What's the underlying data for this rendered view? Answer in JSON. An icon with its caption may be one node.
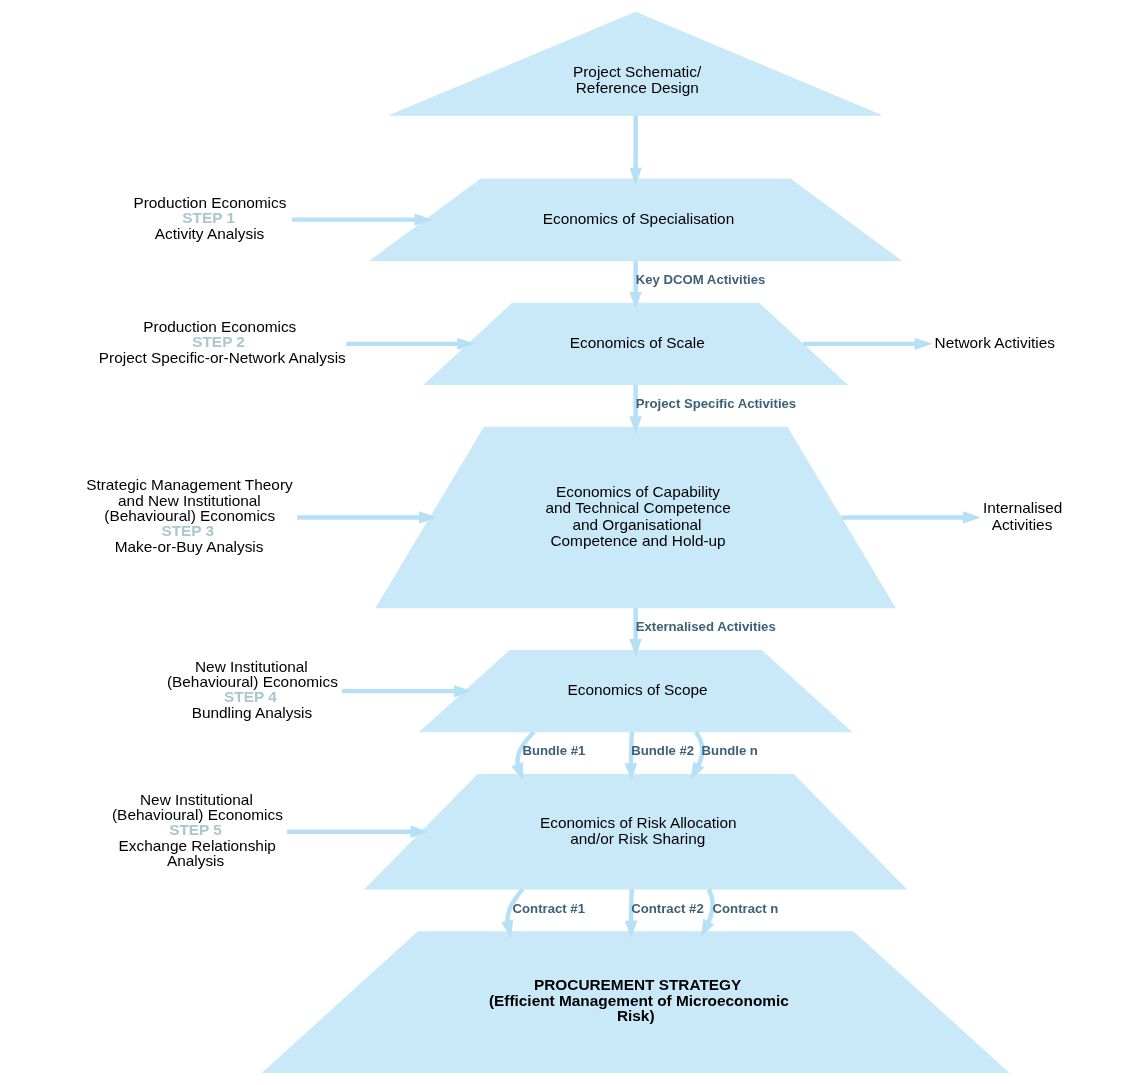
{
  "diagram": {
    "nodes": [
      {
        "text": [
          "Project Schematic/ Reference Design"
        ]
      },
      {
        "text": [
          "Production Economics",
          "STEP 1",
          "Activity Analysis"
        ]
      },
      {
        "text": [
          "Economics of Specialisation"
        ]
      },
      {
        "text": [
          "Production Economics",
          "STEP 2",
          "Project Specific-or-Network Analysis"
        ]
      },
      {
        "text": [
          "Economics of Scale"
        ]
      },
      {
        "text": [
          "Network Activities"
        ]
      },
      {
        "text": [
          "Strategic Management Theory and New Institutional (Behavioural) Economics",
          "STEP 3",
          "Make-or-Buy Analysis"
        ]
      },
      {
        "text": [
          "Economics of Capability and Technical Competence and Organisational Competence and Hold-up"
        ]
      },
      {
        "text": [
          "Internalised Activities"
        ]
      },
      {
        "text": [
          "New Institutional (Behavioural) Economics",
          "STEP 4",
          "Bundling Analysis"
        ]
      },
      {
        "text": [
          "Economics of Scope"
        ]
      },
      {
        "text": [
          "New Institutional (Behavioural) Economics",
          "STEP 5",
          "Exchange Relationship Analysis"
        ]
      },
      {
        "text": [
          "Economics of Risk Allocation and/or Risk Sharing"
        ]
      },
      {
        "text": [
          "PROCUREMENT STRATEGY",
          "(Efficient Management of Microeconomic Risk)"
        ]
      }
    ],
    "edges": [
      {
        "from": 0,
        "to": 2,
        "arrow": "to"
      },
      {
        "from": 1,
        "to": 2,
        "arrow": "to"
      },
      {
        "from": 2,
        "to": 4,
        "arrow": "to",
        "label": "Key DCOM Activities"
      },
      {
        "from": 3,
        "to": 4,
        "arrow": "to"
      },
      {
        "from": 4,
        "to": 5,
        "arrow": "to"
      },
      {
        "from": 4,
        "to": 7,
        "arrow": "to",
        "label": "Project Specific Activities"
      },
      {
        "from": 6,
        "to": 7,
        "arrow": "to"
      },
      {
        "from": 7,
        "to": 8,
        "arrow": "to"
      },
      {
        "from": 7,
        "to": 10,
        "arrow": "to",
        "label": "Externalised Activities"
      },
      {
        "from": 9,
        "to": 10,
        "arrow": "to"
      },
      {
        "from": 10,
        "to": 12,
        "arrow": "to",
        "label": "Bundle #1"
      },
      {
        "from": 10,
        "to": 12,
        "arrow": "to",
        "label": "Bundle #2"
      },
      {
        "from": 10,
        "to": 12,
        "arrow": "to",
        "label": "Bundle n"
      },
      {
        "from": 11,
        "to": 12,
        "arrow": "to"
      },
      {
        "from": 12,
        "to": 13,
        "arrow": "to",
        "label": "Contract #1"
      },
      {
        "from": 12,
        "to": 13,
        "arrow": "to",
        "label": "Contract #2"
      },
      {
        "from": 12,
        "to": 13,
        "arrow": "to",
        "label": "Contract n"
      }
    ]
  }
}
